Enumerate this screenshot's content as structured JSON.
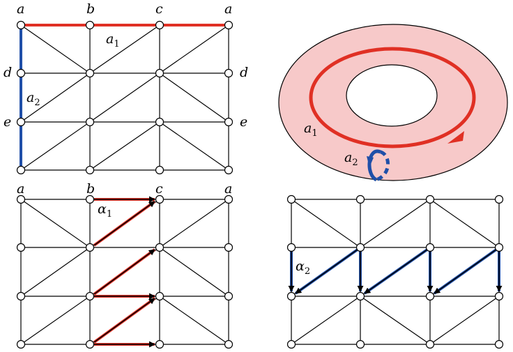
{
  "colors": {
    "red": "#e03024",
    "blue": "#1f4fa8",
    "torus_fill": "#f7c9c9",
    "dark_red": "#b01818"
  },
  "top_left": {
    "corner_labels_top": [
      "a",
      "b",
      "c",
      "a"
    ],
    "side_labels_left": [
      "d",
      "e"
    ],
    "side_labels_right": [
      "d",
      "e"
    ],
    "cycle_a1": {
      "base": "a",
      "sub": "1"
    },
    "cycle_a2": {
      "base": "a",
      "sub": "2"
    }
  },
  "torus": {
    "loop_a1": {
      "base": "a",
      "sub": "1"
    },
    "loop_a2": {
      "base": "a",
      "sub": "2"
    }
  },
  "bottom_left": {
    "corner_labels_top": [
      "a",
      "b",
      "c",
      "a"
    ],
    "cycle_alpha1": {
      "base": "α",
      "sub": "1"
    }
  },
  "bottom_right": {
    "cycle_alpha2": {
      "base": "α",
      "sub": "2"
    }
  }
}
